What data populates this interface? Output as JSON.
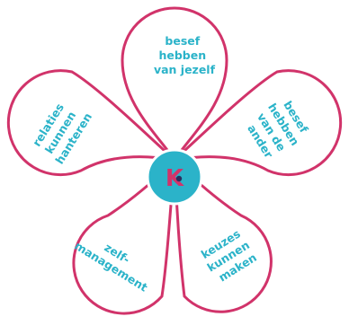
{
  "colors": {
    "petal_outline": "#d1336a",
    "label_text": "#2bb3c9",
    "hub_fill": "#2bb3c9",
    "hub_logo": "#d1336a",
    "hub_dot": "#2b2e5f"
  },
  "hub": {
    "logo_letter": "K",
    "icon": "k-logo-icon"
  },
  "petals": [
    {
      "id": "top",
      "lines": [
        "besef",
        "hebben",
        "van jezelf"
      ]
    },
    {
      "id": "right",
      "lines": [
        "besef",
        "hebben",
        "van de",
        "ander"
      ]
    },
    {
      "id": "bottom-right",
      "lines": [
        "keuzes",
        "kunnen",
        "maken"
      ]
    },
    {
      "id": "bottom-left",
      "lines": [
        "zelf-",
        "management"
      ]
    },
    {
      "id": "left",
      "lines": [
        "relaties",
        "kunnen",
        "hanteren"
      ]
    }
  ]
}
